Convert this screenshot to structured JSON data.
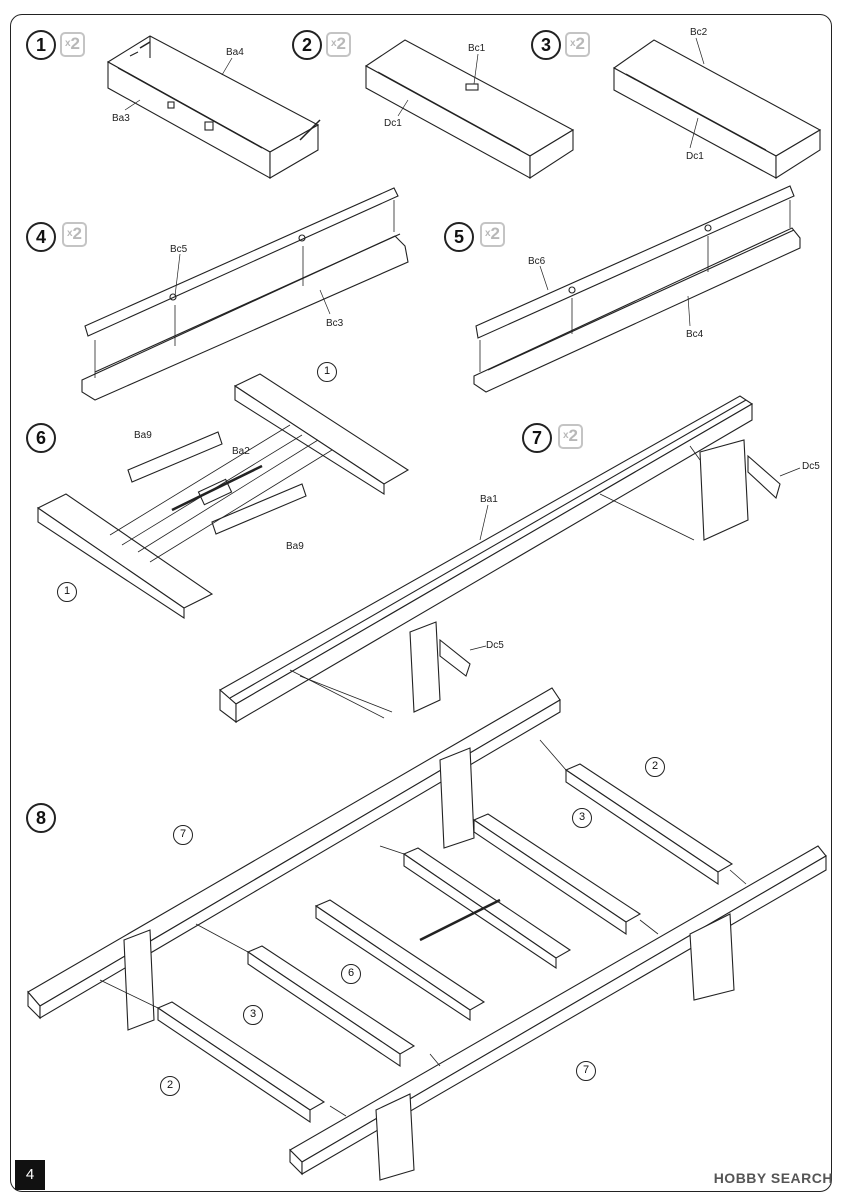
{
  "page_number": "4",
  "watermark": "HOBBY SEARCH",
  "steps": [
    {
      "num": "1",
      "mult": "2"
    },
    {
      "num": "2",
      "mult": "2"
    },
    {
      "num": "3",
      "mult": "2"
    },
    {
      "num": "4",
      "mult": "2"
    },
    {
      "num": "5",
      "mult": "2"
    },
    {
      "num": "6",
      "mult": ""
    },
    {
      "num": "7",
      "mult": "2"
    },
    {
      "num": "8",
      "mult": ""
    }
  ],
  "labels": {
    "ba4": "Ba4",
    "ba3": "Ba3",
    "bc1": "Bc1",
    "dc1a": "Dc1",
    "bc2": "Bc2",
    "dc1b": "Dc1",
    "bc5": "Bc5",
    "bc3": "Bc3",
    "bc6": "Bc6",
    "bc4": "Bc4",
    "ba9a": "Ba9",
    "ba2": "Ba2",
    "ba9b": "Ba9",
    "ba1": "Ba1",
    "dc5a": "Dc5",
    "dc5b": "Dc5"
  },
  "callouts": {
    "s6a": "1",
    "s6b": "1",
    "s8_7a": "7",
    "s8_7b": "7",
    "s8_2a": "2",
    "s8_2b": "2",
    "s8_3a": "3",
    "s8_3b": "3",
    "s8_6": "6"
  }
}
